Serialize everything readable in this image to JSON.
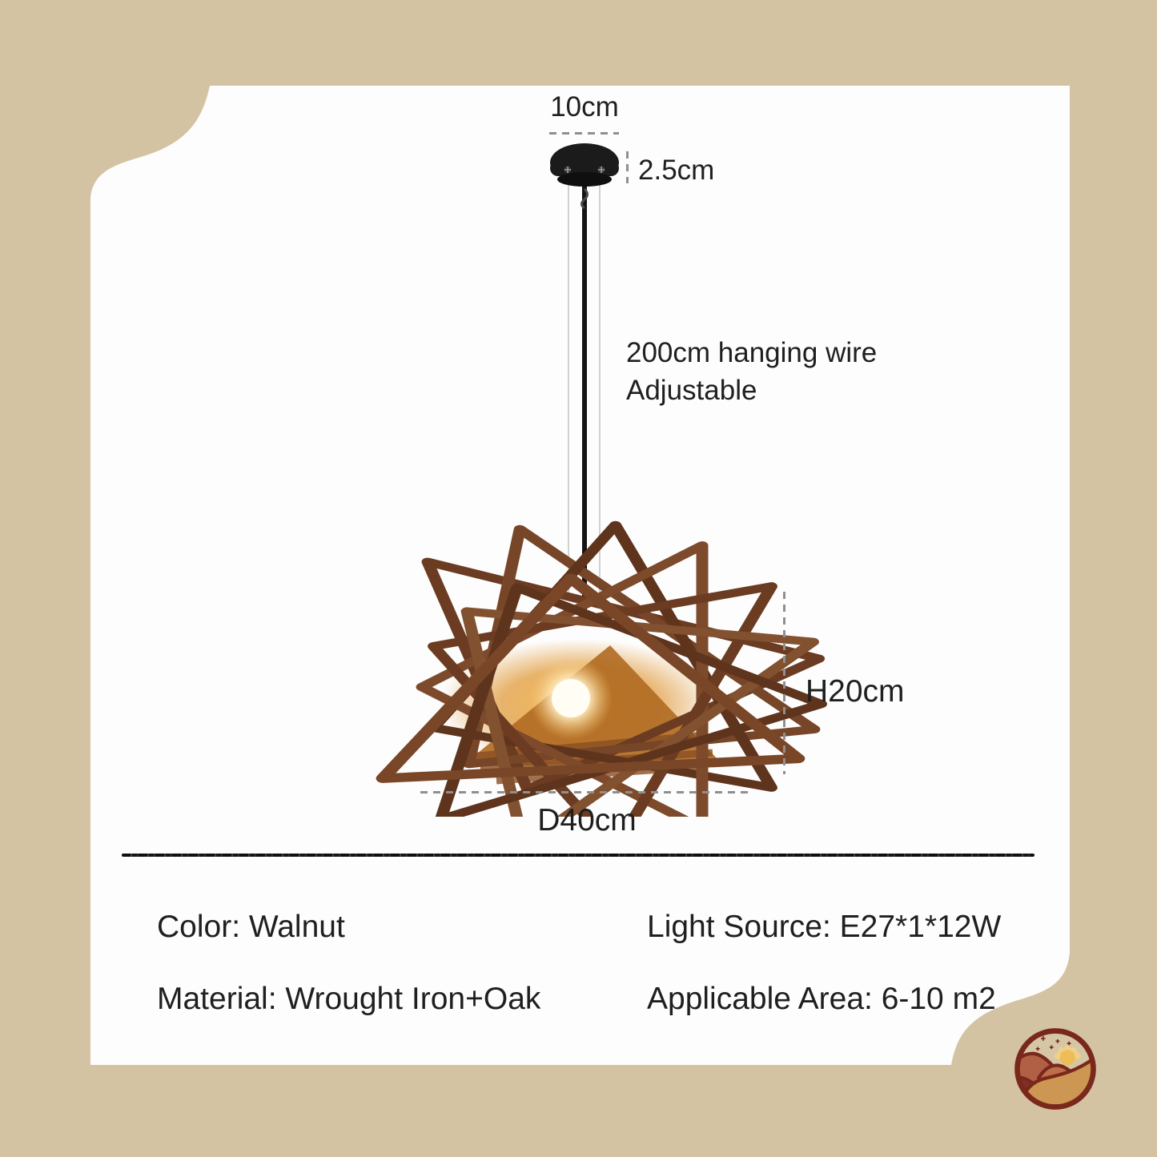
{
  "annotations": {
    "canopy_width": "10cm",
    "canopy_height": "2.5cm",
    "wire_line1": "200cm hanging wire",
    "wire_line2": "Adjustable",
    "shade_height": "H20cm",
    "shade_diameter": "D40cm"
  },
  "specs": {
    "color": "Color: Walnut",
    "light_source": "Light Source: E27*1*12W",
    "material": "Material: Wrought Iron+Oak",
    "area": "Applicable Area: 6-10 m2"
  },
  "colors": {
    "background_tan": "#d3c3a2",
    "card_white": "#fdfdfd",
    "text": "#1f1f1f",
    "dash_gray": "#8f8f8f",
    "canopy_black": "#1b1b1b",
    "walnut_dark": "#5e341d",
    "walnut_mid": "#7a4628",
    "walnut_light": "#82512f",
    "glow_amber": "#e09a3a",
    "logo_ring_maroon": "#7a281c",
    "logo_dune_orange": "#b26045",
    "logo_dune_ochre": "#cd9653",
    "logo_sun_yellow": "#eebd55"
  }
}
